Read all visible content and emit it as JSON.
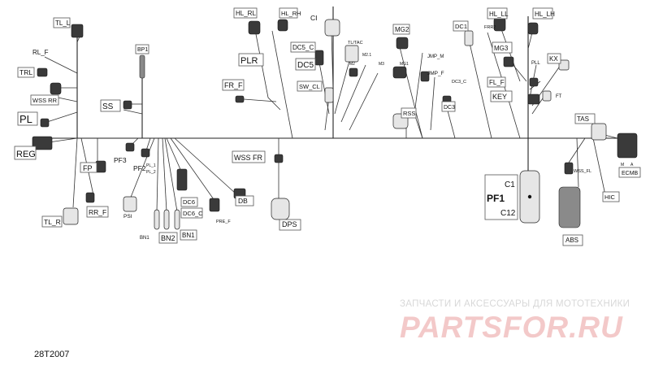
{
  "diagram": {
    "reference": "28T2007",
    "labels": {
      "tl_l": "TL_L",
      "rl_f": "RL_F",
      "trl": "TRL",
      "wss_rr": "WSS RR",
      "pl": "PL",
      "reg": "REG",
      "bp1": "BP1",
      "ss": "SS",
      "fp": "FP",
      "pf3": "PF3",
      "pf2": "PF2",
      "rr_f": "RR_F",
      "tl_r": "TL_R",
      "psi": "PSI",
      "bn": "BN1",
      "bn2": "BN2",
      "bn1": "BN1",
      "dc6": "DC6",
      "dc6_c": "DC6_C",
      "pre_f": "PRE_F",
      "db": "DB",
      "hl_rl": "HL_RL",
      "hl_rh": "HL_RH",
      "ci": "CI",
      "plr": "PLR",
      "dc5_c": "DC5_C",
      "dc5": "DC5",
      "fr_f": "FR_F",
      "sw_cl": "SW_CL",
      "tl_tac": "TL/TAC",
      "m2": "M2",
      "m21": "M2.1",
      "m3": "M3",
      "mg2": "MG2",
      "jmp_m": "JMP_M",
      "mg1": "MG1",
      "jmp_f": "JMP_F",
      "dc3_c": "DC3_C",
      "dc3": "DC3",
      "rss": "RSS",
      "wss_fr": "WSS FR",
      "dps": "DPS",
      "dc1": "DC1",
      "frr2": "FRR2",
      "hl_ll": "HL_LL",
      "hl_lh": "HL_LH",
      "mg3": "MG3",
      "pll": "PLL",
      "kx": "KX",
      "fl_f": "FL_F",
      "key": "KEY",
      "ft": "FT",
      "tas": "TAS",
      "c1": "C1",
      "pf1": "PF1",
      "c12": "C12",
      "wss_fl": "WSS_FL",
      "hic": "HIC",
      "ecm_a": "A",
      "ecm_m": "M",
      "ecmb": "ECMB",
      "abs": "ABS",
      "pl_1": "PL_1",
      "pl_2": "PL_2"
    }
  },
  "watermark": {
    "line1": "ЗАПЧАСТИ И АКСЕССУАРЫ ДЛЯ МОТОТЕХНИКИ",
    "logo": "PARTSFOR.RU"
  }
}
